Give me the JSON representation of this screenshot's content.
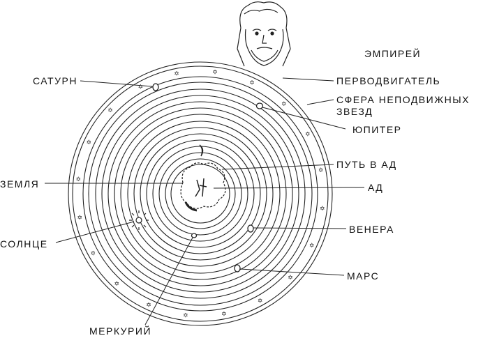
{
  "title_top": "ЭМПИРЕЙ",
  "labels": {
    "saturn": "САТУРН",
    "prime_mover": "ПЕРВОДВИГАТЕЛЬ",
    "fixed_stars_line1": "СФЕРА НЕПОДВИЖНЫХ",
    "fixed_stars_line2": "ЗВЕЗД",
    "jupiter": "ЮПИТЕР",
    "path_to_hell": "ПУТЬ В АД",
    "earth": "ЗЕМЛЯ",
    "hell": "АД",
    "sun": "СОЛНЦЕ",
    "venus": "ВЕНЕРА",
    "mars": "МАРС",
    "mercury": "МЕРКУРИЙ"
  }
}
